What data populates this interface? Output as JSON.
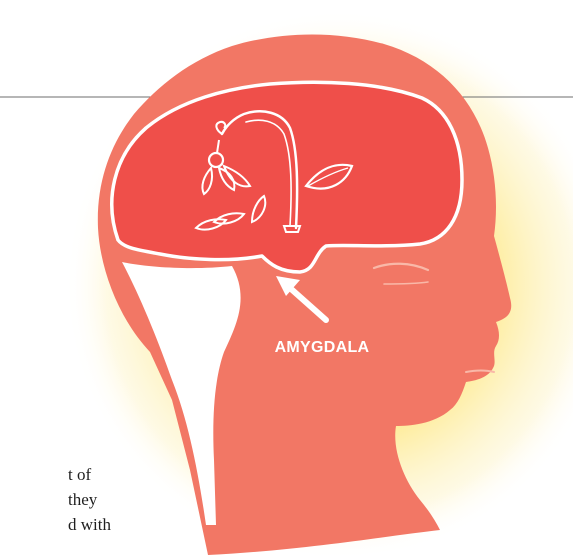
{
  "diagram": {
    "label": "AMYGDALA",
    "icons": [
      "brain-outline",
      "wilted-flower-icon",
      "falling-petals-icon",
      "arrow-icon"
    ],
    "colors": {
      "glow": "#fde98a",
      "head": "#f27765",
      "brain": "#ef4f4a",
      "highlight": "#ffffff",
      "rule": "#6e6e6e",
      "label_text": "#ffffff"
    }
  },
  "text_fragments": {
    "line1": "t of",
    "line2": "they",
    "line3": "d  with"
  }
}
